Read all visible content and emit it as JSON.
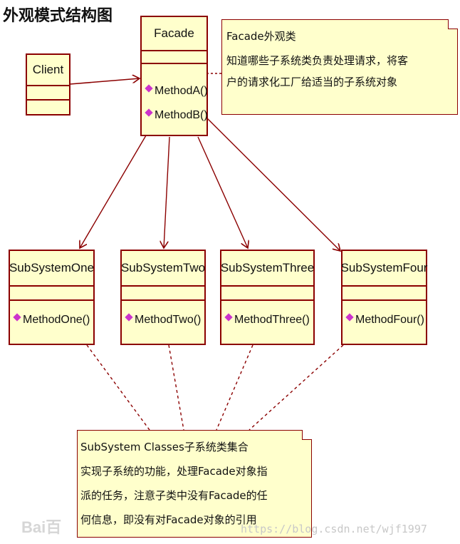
{
  "title": "外观模式结构图",
  "facade": {
    "name": "Facade",
    "methods": [
      "MethodA()",
      "MethodB()"
    ]
  },
  "client": {
    "name": "Client"
  },
  "facade_note": {
    "lines": [
      "Facade外观类",
      "知道哪些子系统类负责处理请求，将客",
      "户的请求化工厂给适当的子系统对象"
    ]
  },
  "subsystems": [
    {
      "name": "SubSystemOne",
      "method": "MethodOne()"
    },
    {
      "name": "SubSystemTwo",
      "method": "MethodTwo()"
    },
    {
      "name": "SubSystemThree",
      "method": "MethodThree()"
    },
    {
      "name": "SubSystemFour",
      "method": "MethodFour()"
    }
  ],
  "subsystem_note": {
    "lines": [
      "SubSystem Classes子系统类集合",
      "实现子系统的功能，处理Facade对象指",
      "派的任务，注意子类中没有Facade的任",
      "何信息，即没有对Facade对象的引用"
    ]
  },
  "watermark": {
    "brand": "Bai百",
    "url": "https://blog.csdn.net/wjf1997"
  },
  "colors": {
    "border": "#8b0000",
    "fill": "#ffffcc",
    "diamond": "#cc33cc"
  }
}
